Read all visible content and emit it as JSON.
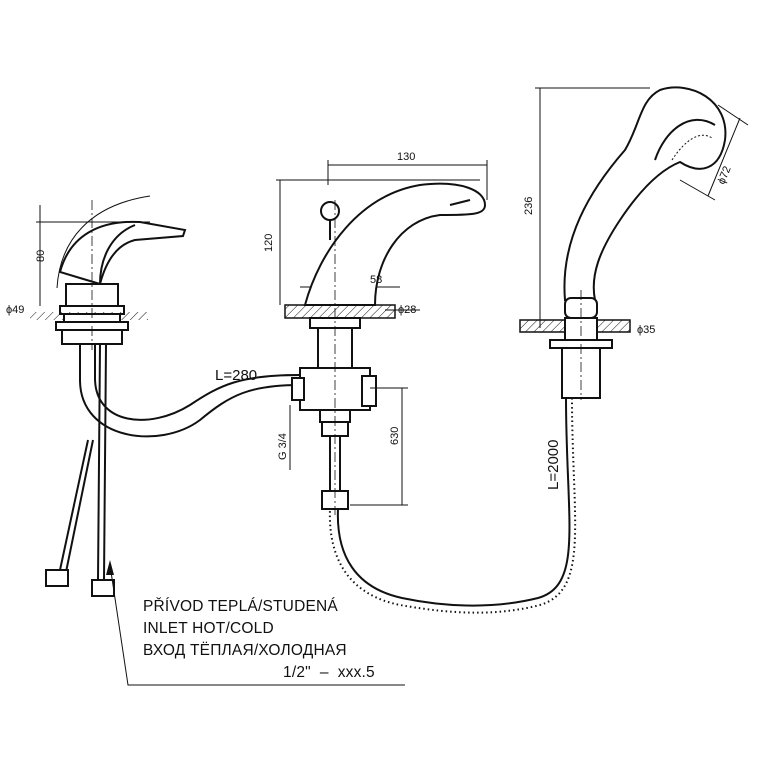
{
  "dimensions": {
    "mixer_height": "80",
    "mixer_diameter": "ϕ49",
    "spout_height": "120",
    "spout_reach": "130",
    "spout_base_width": "58",
    "spout_diameter": "ϕ28",
    "connector_length": "L=280",
    "thread": "G 3/4",
    "tee_drop": "630",
    "shower_height": "236",
    "shower_head_diameter": "ϕ72",
    "shower_base_diameter": "ϕ35",
    "hose_length": "L=2000"
  },
  "note": {
    "line_cz": "PŘÍVOD TEPLÁ/STUDENÁ",
    "line_en": "INLET HOT/COLD",
    "line_ru": "ВХОД ТЁПЛАЯ/ХОЛОДНАЯ",
    "size": "1/2\"  –  xxx.5"
  }
}
